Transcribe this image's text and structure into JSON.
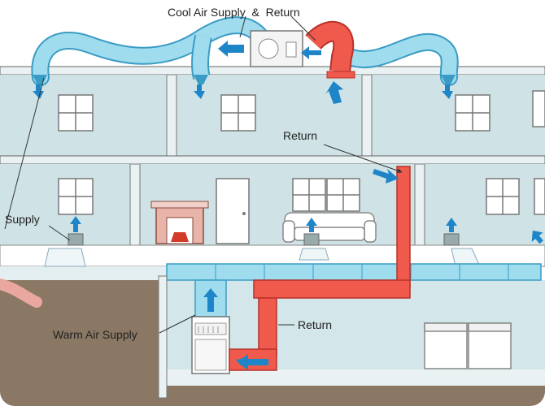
{
  "labels": {
    "top": "Cool Air Supply  &  Return",
    "return_upper": "Return",
    "supply": "Supply",
    "warm_air_supply": "Warm Air Supply",
    "return_lower": "Return"
  },
  "colors": {
    "wall": "#cfe3e6",
    "wall_shade": "#b9d5d8",
    "floor": "#e9f1f2",
    "duct_cool": "#8fd3ea",
    "duct_cool_edge": "#3a9cc4",
    "duct_warm": "#ef5a4c",
    "duct_warm_edge": "#b8322a",
    "arrow_blue": "#1e86c8",
    "basement_floor": "#7c6a57",
    "outline": "#555555"
  }
}
